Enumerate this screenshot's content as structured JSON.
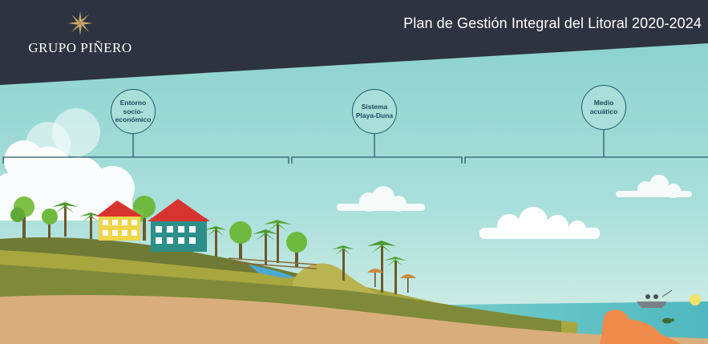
{
  "header": {
    "title": "Plan de Gestión Integral del Litoral 2020-2024"
  },
  "brand": {
    "name": "GRUPO PIÑERO",
    "icon": "sun-star-logo-icon"
  },
  "nodes": [
    {
      "label": "Entorno\nsocio-\neconómico"
    },
    {
      "label": "Sistema\nPlaya-Duna"
    },
    {
      "label": "Medio\nacuático"
    }
  ],
  "colors": {
    "header": "#2d3340",
    "sky": "#8fd2cf",
    "hill_dark": "#6f7a35",
    "hill_light": "#b3b04a",
    "sand": "#d9ae7c",
    "sea": "#5fc2c4",
    "reef": "#f08a4b"
  }
}
